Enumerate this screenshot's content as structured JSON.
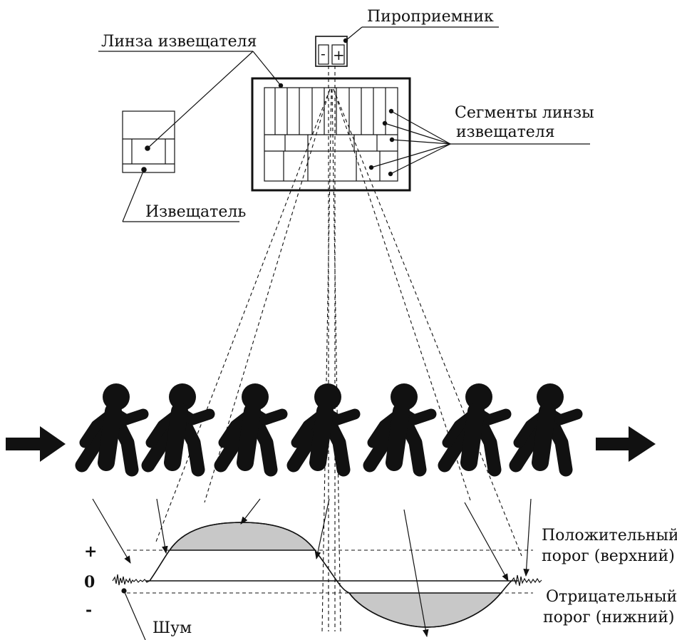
{
  "labels": {
    "pyro": "Пироприемник",
    "lens": "Линза извещателя",
    "segments_line1": "Сегменты линзы",
    "segments_line2": "извещателя",
    "detector": "Извещатель",
    "sensor_minus": "-",
    "sensor_plus": "+",
    "pos_threshold_line1": "Положительный",
    "pos_threshold_line2": "порог (верхний)",
    "neg_threshold_line1": "Отрицательный",
    "neg_threshold_line2": "порог (нижний)",
    "noise": "Шум",
    "level_plus": "+",
    "level_zero": "0",
    "level_minus": "-"
  },
  "colors": {
    "ink": "#111111",
    "fill_gray": "#c8c8c8",
    "background": "#ffffff"
  },
  "icons": {
    "walker": "walking-person-icon",
    "arrow_in": "arrow-right-icon",
    "arrow_out": "arrow-right-icon"
  }
}
